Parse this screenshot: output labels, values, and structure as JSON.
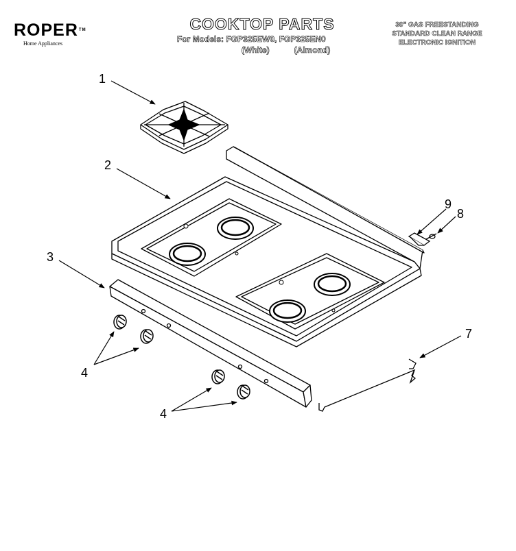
{
  "brand": {
    "name": "ROPER",
    "tm": "TM",
    "tagline": "Home Appliances"
  },
  "header": {
    "title": "COOKTOP PARTS",
    "models_line": "For Models: FGP325EW0, FGP325EN0",
    "variant_white": "(White)",
    "variant_almond": "(Almond)"
  },
  "product": {
    "line1": "30\" GAS FREESTANDING",
    "line2": "STANDARD CLEAN RANGE",
    "line3": "ELECTRONIC IGNITION"
  },
  "callouts": {
    "c1": "1",
    "c2": "2",
    "c3": "3",
    "c4a": "4",
    "c4b": "4",
    "c7": "7",
    "c8": "8",
    "c9": "9"
  }
}
